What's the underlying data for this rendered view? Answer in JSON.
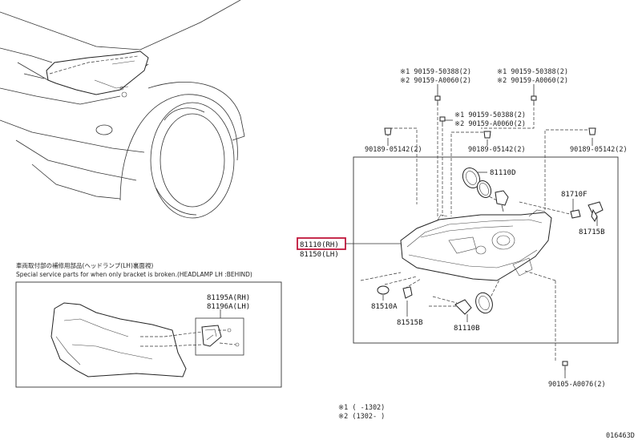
{
  "callouts": {
    "bolt_a_1": "※1 90159-50388(2)",
    "bolt_a_2": "※2 90159-A0060(2)",
    "bolt_b_1": "※1 90159-50388(2)",
    "bolt_b_2": "※2 90159-A0060(2)",
    "bolt_c_1": "※1 90159-50388(2)",
    "bolt_c_2": "※2 90159-A0060(2)",
    "clip_left": "90189-05142(2)",
    "clip_mid": "90189-05142(2)",
    "clip_right": "90189-05142(2)",
    "cover": "81110D",
    "socket": "81710F",
    "bulb_side": "81715B",
    "headlamp_rh": "81110(RH)",
    "headlamp_lh": "81150(LH)",
    "cap": "81510A",
    "bulb_small": "81515B",
    "bulb_main": "81110B",
    "screw_bottom": "90105-A0076(2)",
    "bracket_rh": "81195A(RH)",
    "bracket_lh": "81196A(LH)"
  },
  "service_note": {
    "line1": "車両取付部の補修用部品(ヘッドランプ(LH)裏面視)",
    "line2": "Special service parts for when only bracket is broken.(HEADLAMP LH :BEHIND)"
  },
  "footnotes": {
    "note1": "※1 (  -1302)",
    "note2": "※2 (1302-  )"
  },
  "diagram_id": "016463D",
  "highlight_color": "#c0163a"
}
